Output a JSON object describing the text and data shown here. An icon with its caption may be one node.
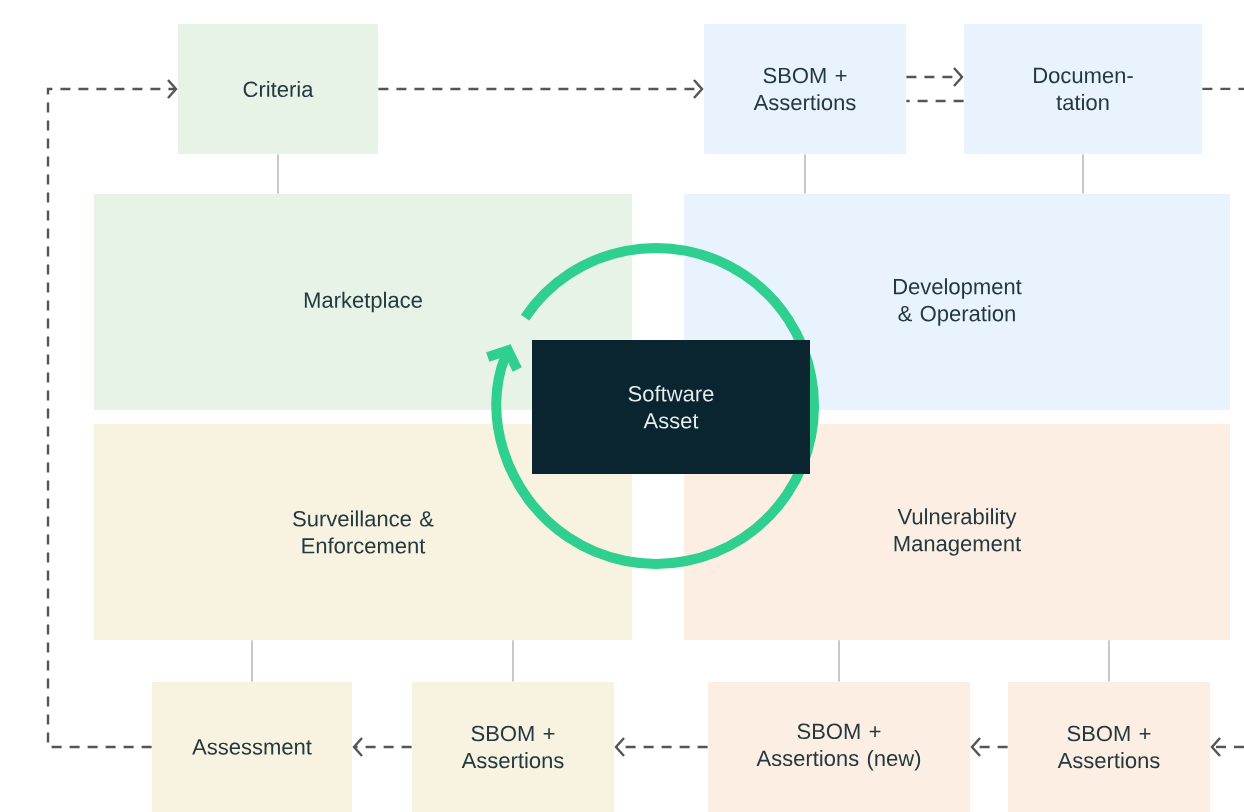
{
  "diagram": {
    "nodes": [
      {
        "text": [
          "Criteria"
        ]
      },
      {
        "text": [
          "SBOM + Assertions"
        ]
      },
      {
        "text": [
          "Documen- tation"
        ]
      },
      {
        "text": [
          "Marketplace"
        ]
      },
      {
        "text": [
          "Development & Operation"
        ]
      },
      {
        "text": [
          "Software Asset"
        ]
      },
      {
        "text": [
          "Surveillance & Enforcement"
        ]
      },
      {
        "text": [
          "Vulnerability Management"
        ]
      },
      {
        "text": [
          "Assessment"
        ]
      },
      {
        "text": [
          "SBOM + Assertions"
        ]
      },
      {
        "text": [
          "SBOM + Assertions (new)"
        ]
      },
      {
        "text": [
          "SBOM + Assertions"
        ]
      }
    ],
    "edges": [
      {
        "from": 8,
        "to": 0,
        "arrow": "to",
        "style": "dashed"
      },
      {
        "from": 0,
        "to": 1,
        "arrow": "to",
        "style": "dashed"
      },
      {
        "from": 1,
        "to": 2,
        "arrow": "to",
        "style": "dashed"
      },
      {
        "from": 2,
        "to": 1,
        "arrow": "none",
        "style": "dashed"
      },
      {
        "from": 2,
        "to": null,
        "arrow": "none",
        "style": "dashed"
      },
      {
        "from": null,
        "to": 11,
        "arrow": "to",
        "style": "dashed"
      },
      {
        "from": 11,
        "to": 10,
        "arrow": "to",
        "style": "dashed"
      },
      {
        "from": 10,
        "to": 9,
        "arrow": "to",
        "style": "dashed"
      },
      {
        "from": 9,
        "to": 8,
        "arrow": "to",
        "style": "dashed"
      },
      {
        "from": 0,
        "to": 3,
        "arrow": "none",
        "color": "#c8c8c8"
      },
      {
        "from": 1,
        "to": 4,
        "arrow": "none",
        "color": "#c8c8c8"
      },
      {
        "from": 2,
        "to": 4,
        "arrow": "none",
        "color": "#c8c8c8"
      },
      {
        "from": 6,
        "to": 8,
        "arrow": "none",
        "color": "#c8c8c8"
      },
      {
        "from": 6,
        "to": 9,
        "arrow": "none",
        "color": "#c8c8c8"
      },
      {
        "from": 7,
        "to": 10,
        "arrow": "none",
        "color": "#c8c8c8"
      },
      {
        "from": 7,
        "to": 11,
        "arrow": "none",
        "color": "#c8c8c8"
      }
    ]
  }
}
